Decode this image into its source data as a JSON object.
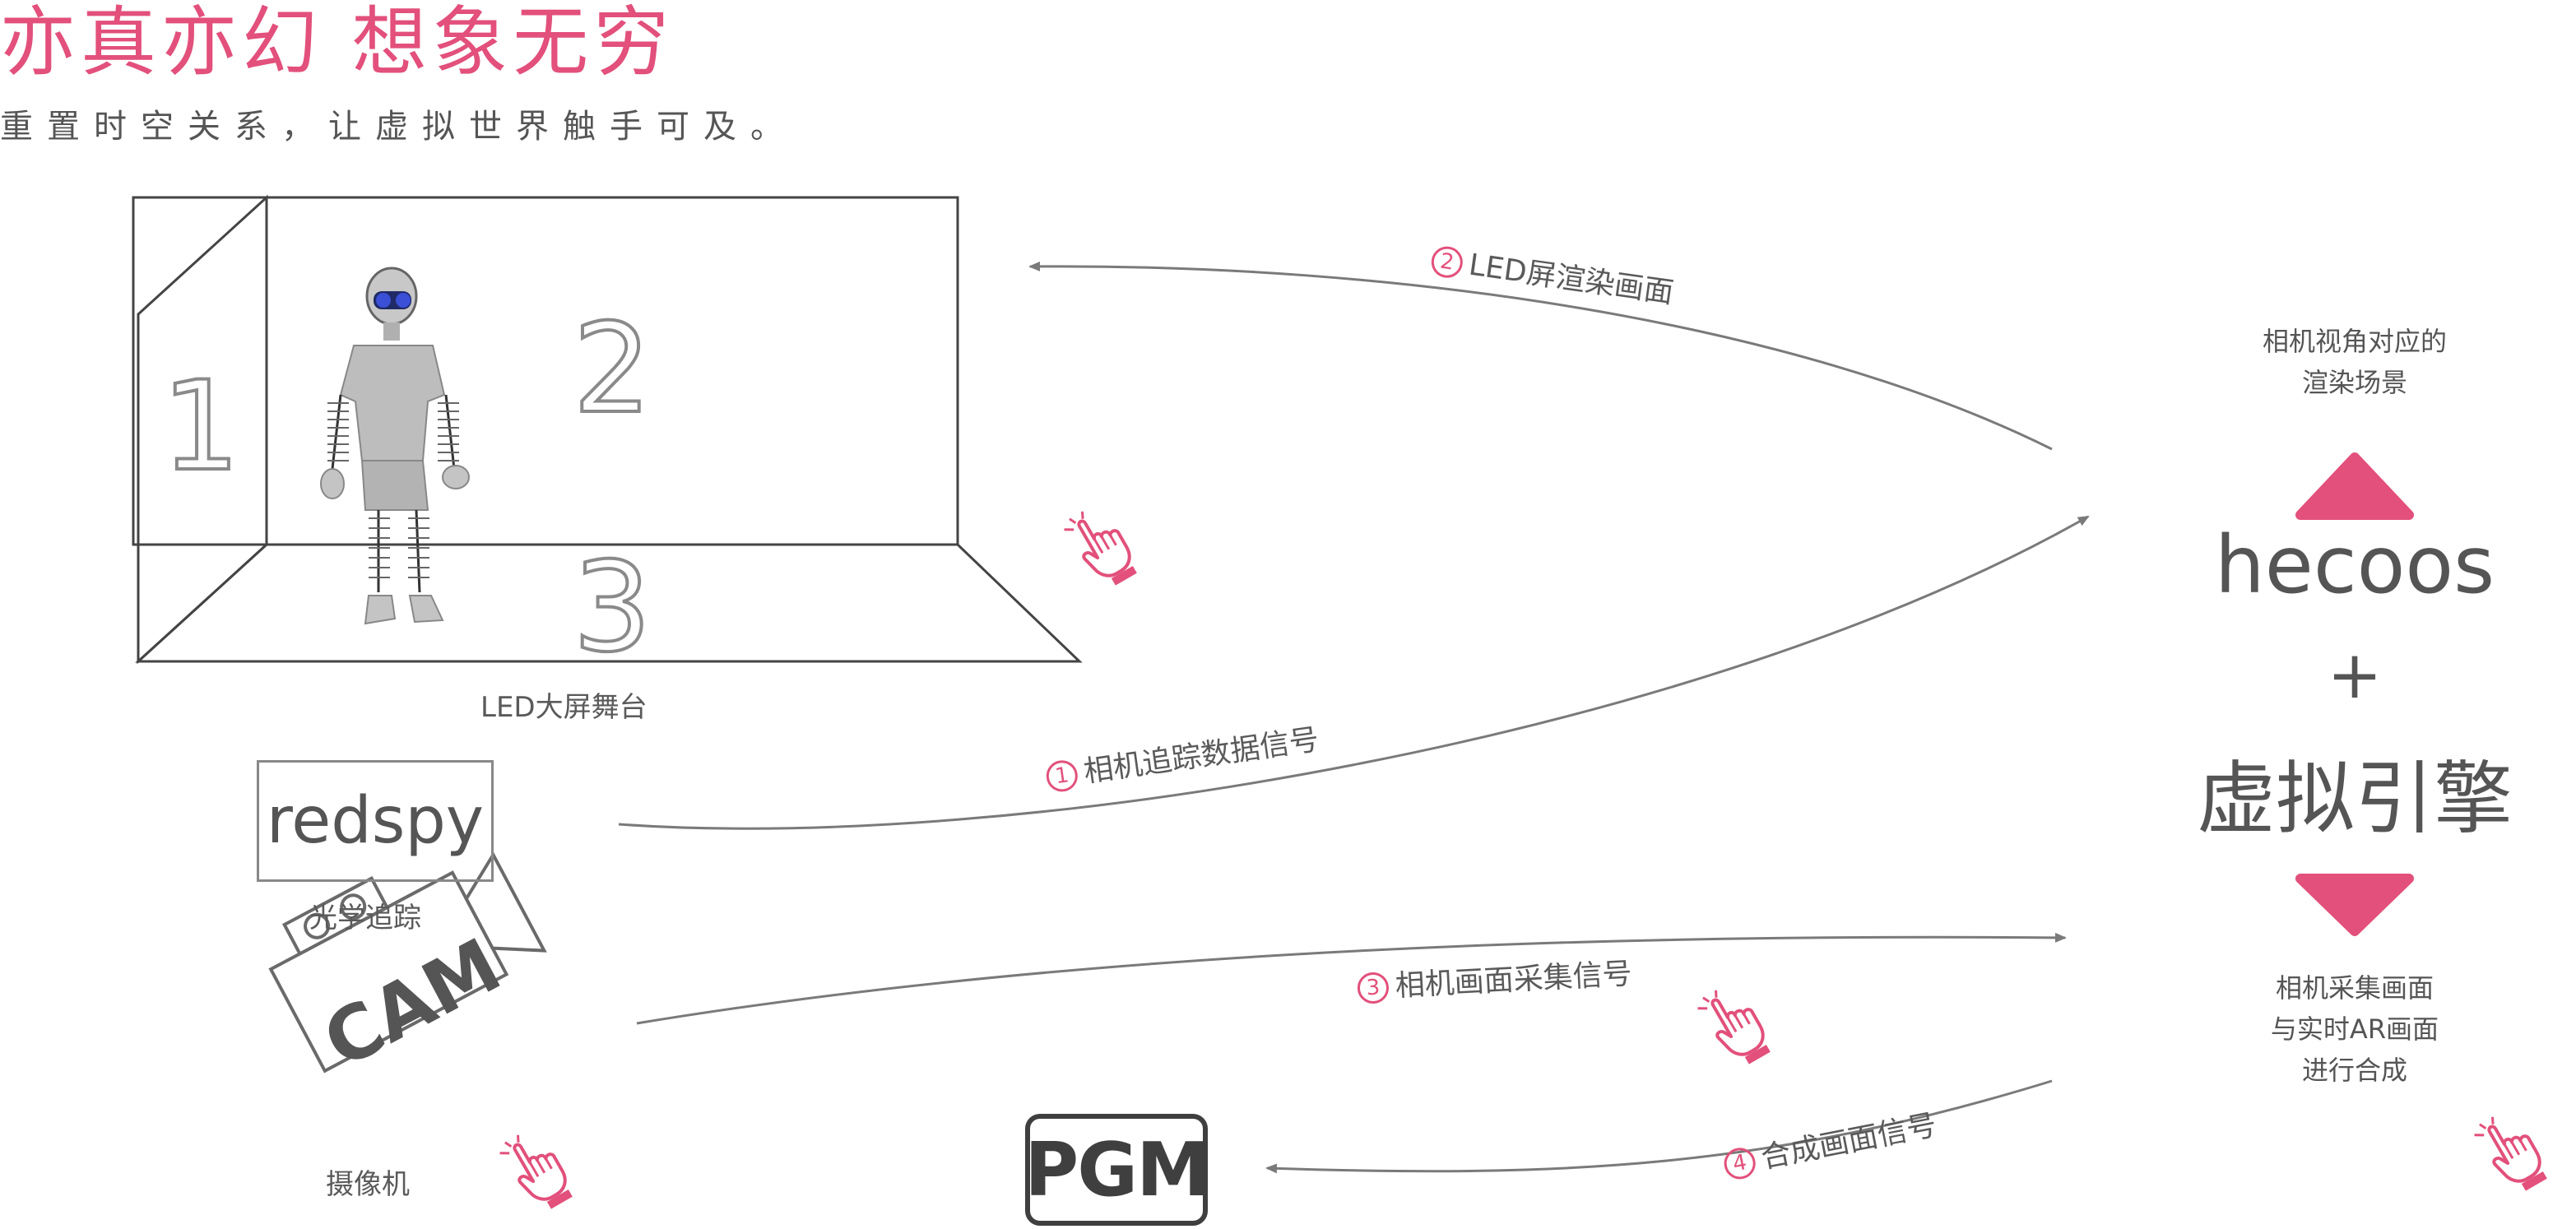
{
  "header": {
    "title": "亦真亦幻 想象无穷",
    "subtitle": "重置时空关系，让虚拟世界触手可及。"
  },
  "stage": {
    "label": "LED大屏舞台",
    "panel_numbers": [
      "1",
      "2",
      "3"
    ]
  },
  "tracker": {
    "name": "redspy",
    "label": "光学追踪"
  },
  "camera": {
    "name": "CAM",
    "label": "摄像机"
  },
  "output": {
    "name": "PGM"
  },
  "engine": {
    "brand": "hecoos",
    "plus": "+",
    "name": "虚拟引擎",
    "top_label_1": "相机视角对应的",
    "top_label_2": "渲染场景",
    "bottom_label_1": "相机采集画面",
    "bottom_label_2": "与实时AR画面",
    "bottom_label_3": "进行合成"
  },
  "flows": [
    {
      "num": "2",
      "label": "LED屏渲染画面"
    },
    {
      "num": "1",
      "label": "相机追踪数据信号"
    },
    {
      "num": "3",
      "label": "相机画面采集信号"
    },
    {
      "num": "4",
      "label": "合成画面信号"
    }
  ],
  "colors": {
    "accent": "#e2507b",
    "line": "#7a7a7a",
    "text": "#555555"
  },
  "icons": [
    "hand-pointer-icon",
    "triangle-up-icon",
    "triangle-down-icon",
    "arrow-icon"
  ]
}
